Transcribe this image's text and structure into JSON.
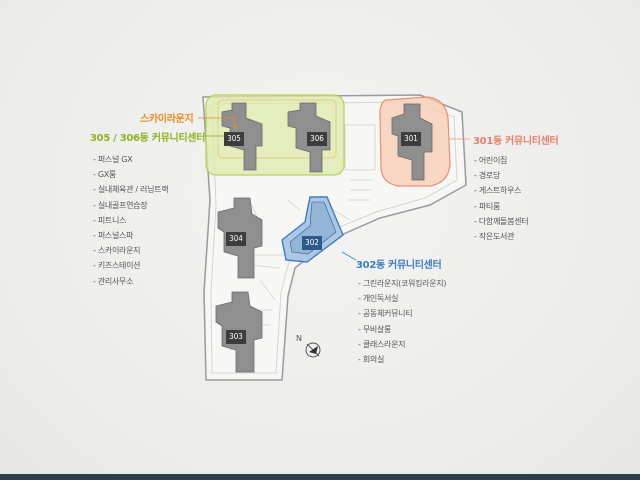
{
  "colors": {
    "sky_lounge": "#ef8a1e",
    "community_305_306": "#8fb324",
    "community_301": "#e8826a",
    "community_302": "#3e7cc4",
    "building_label_bg": "#3d3d3d",
    "bottom_bar": "#2f3e4e"
  },
  "labels": {
    "sky_lounge": "스카이라운지",
    "community_305_306": "305 / 306동 커뮤니티센터",
    "community_301": "301동 커뮤니티센터",
    "community_302": "302동 커뮤니티센터"
  },
  "buildings": {
    "b301": "301",
    "b302": "302",
    "b303": "303",
    "b304": "304",
    "b305": "305",
    "b306": "306"
  },
  "lists": {
    "community_305_306": [
      "퍼스널 GX",
      "GX룸",
      "실내체육관 / 러닝트랙",
      "실내골프연습장",
      "피트니스",
      "퍼스널스파",
      "스카이라운지",
      "키즈스테이션",
      "관리사무소"
    ],
    "community_301": [
      "어린이집",
      "경로당",
      "게스트하우스",
      "파티룸",
      "다함께돌봄센터",
      "작은도서관"
    ],
    "community_302": [
      "그린라운지(코워킹라운지)",
      "개인독서실",
      "공동체커뮤니티",
      "무비살롱",
      "클래스라운지",
      "회의실"
    ]
  },
  "compass": {
    "label": "N",
    "icon": "north-arrow-icon"
  }
}
